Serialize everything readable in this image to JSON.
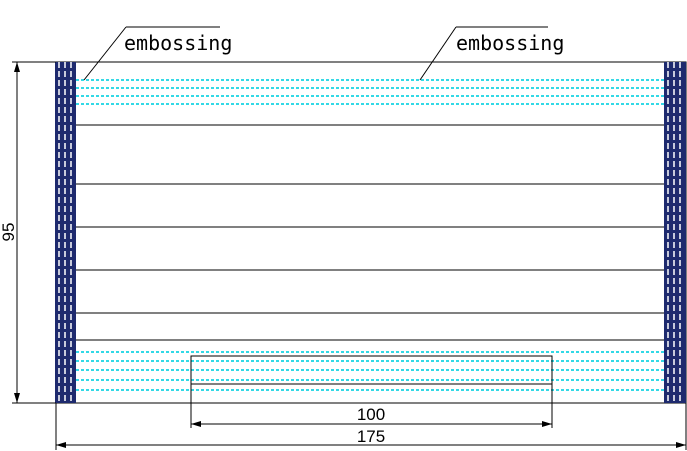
{
  "annotations": {
    "left_label": "embossing",
    "right_label": "embossing"
  },
  "dimensions": {
    "height": "95",
    "inner_width": "100",
    "total_width": "175"
  },
  "colors": {
    "embossing": "#33d9e6",
    "edge_band": "#1e2a6e",
    "line": "#000000"
  }
}
